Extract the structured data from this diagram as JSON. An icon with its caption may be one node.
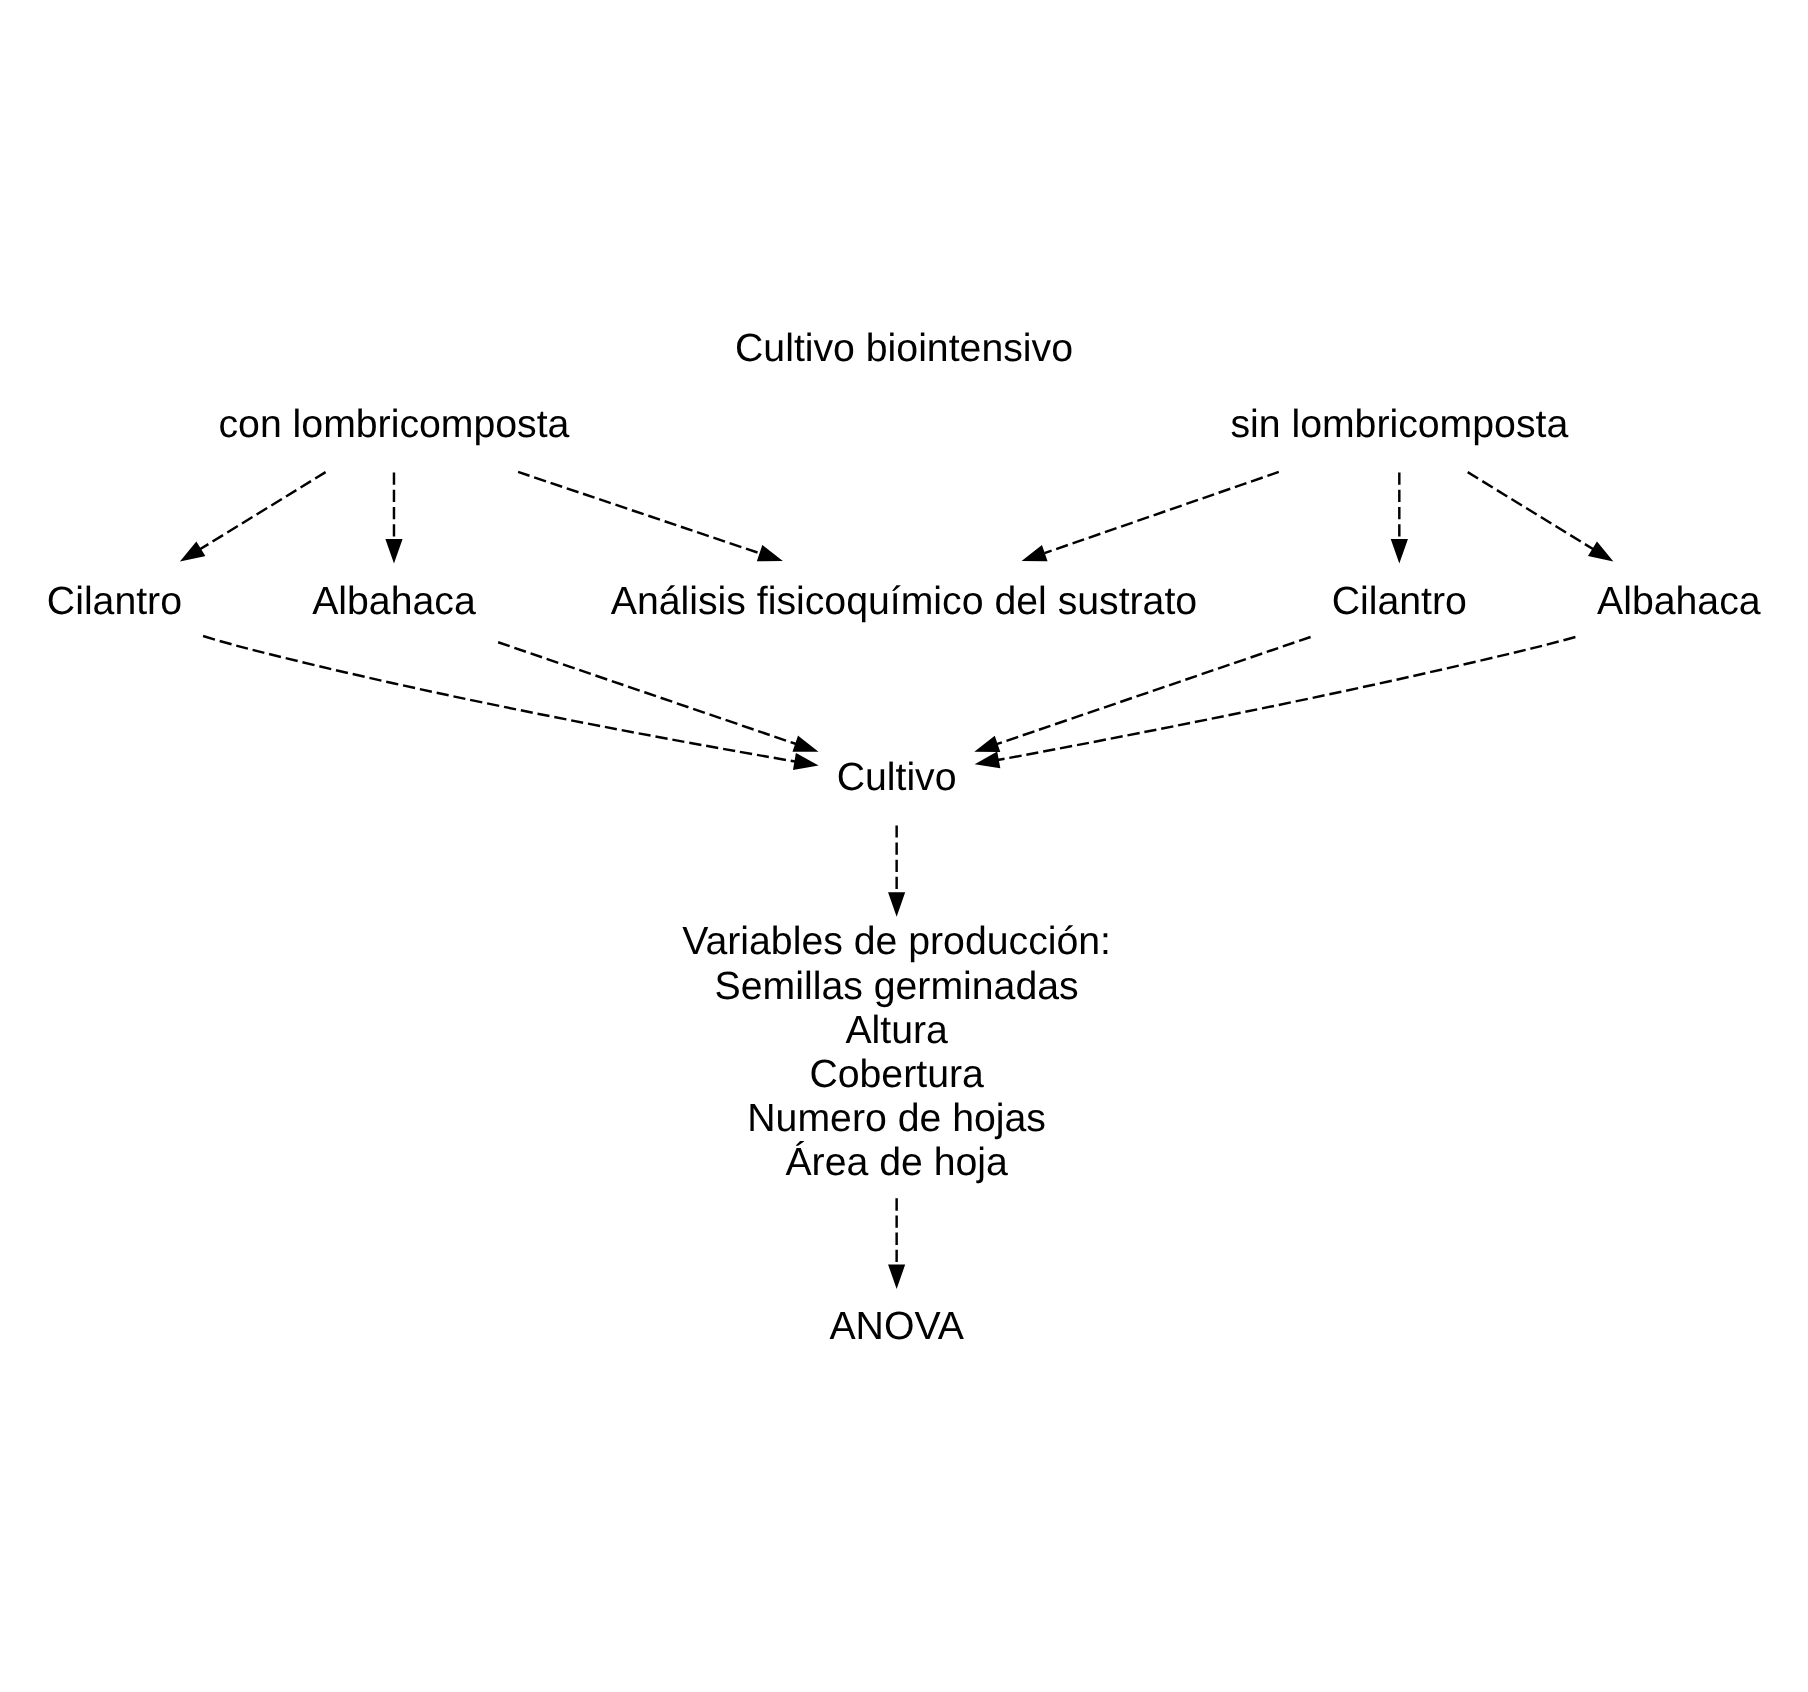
{
  "diagram": {
    "title": "Cultivo biointensivo",
    "nodes": [
      {
        "text": [
          "con lombricomposta"
        ]
      },
      {
        "text": [
          "sin lombricomposta"
        ]
      },
      {
        "text": [
          "Cilantro"
        ]
      },
      {
        "text": [
          "Albahaca"
        ]
      },
      {
        "text": [
          "Análisis fisicoquímico del sustrato"
        ]
      },
      {
        "text": [
          "Cilantro"
        ]
      },
      {
        "text": [
          "Albahaca"
        ]
      },
      {
        "text": [
          "Cultivo"
        ]
      },
      {
        "text": [
          "Variables de producción:",
          "Semillas germinadas",
          "Altura",
          "Cobertura",
          "Numero de hojas",
          "Área de hoja"
        ]
      },
      {
        "text": [
          "ANOVA"
        ]
      }
    ],
    "edges": [
      {
        "from": 0,
        "to": 2,
        "arrow": "to",
        "style": "dashed"
      },
      {
        "from": 0,
        "to": 3,
        "arrow": "to",
        "style": "dashed"
      },
      {
        "from": 0,
        "to": 4,
        "arrow": "to",
        "style": "dashed"
      },
      {
        "from": 1,
        "to": 4,
        "arrow": "to",
        "style": "dashed"
      },
      {
        "from": 1,
        "to": 5,
        "arrow": "to",
        "style": "dashed"
      },
      {
        "from": 1,
        "to": 6,
        "arrow": "to",
        "style": "dashed"
      },
      {
        "from": 2,
        "to": 7,
        "arrow": "to",
        "style": "dashed"
      },
      {
        "from": 3,
        "to": 7,
        "arrow": "to",
        "style": "dashed"
      },
      {
        "from": 5,
        "to": 7,
        "arrow": "to",
        "style": "dashed"
      },
      {
        "from": 6,
        "to": 7,
        "arrow": "to",
        "style": "dashed"
      },
      {
        "from": 7,
        "to": 8,
        "arrow": "to",
        "style": "dashed"
      },
      {
        "from": 8,
        "to": 9,
        "arrow": "to",
        "style": "dashed"
      }
    ]
  }
}
